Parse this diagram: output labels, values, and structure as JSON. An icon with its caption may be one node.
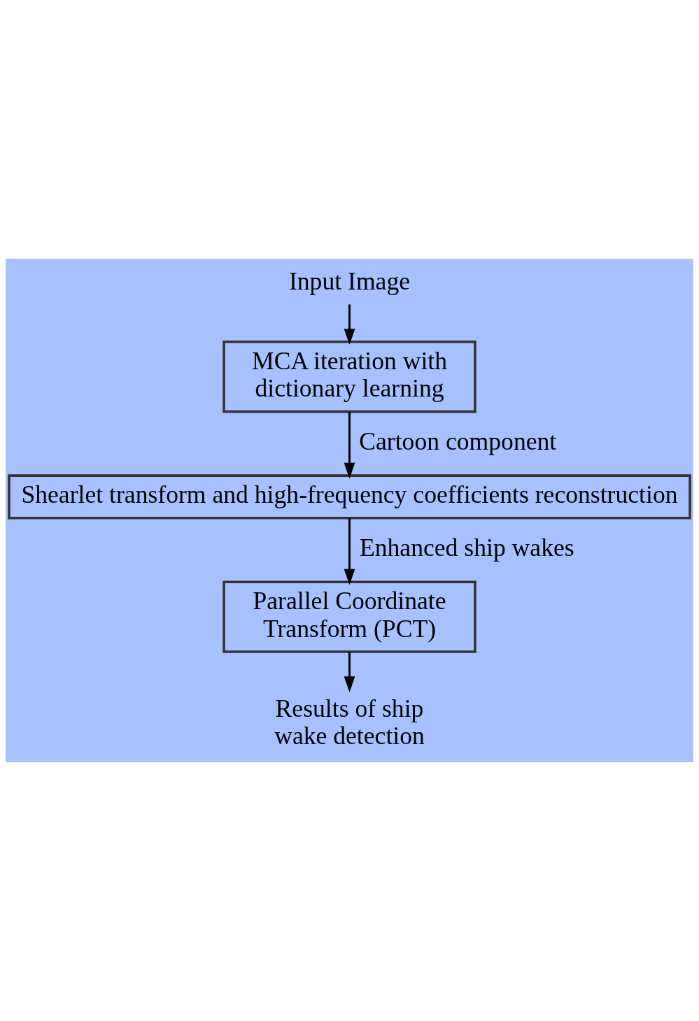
{
  "diagram": {
    "nodes": [
      {
        "text": [
          "Input Image"
        ]
      },
      {
        "text": [
          "MCA iteration with dictionary learning"
        ]
      },
      {
        "text": [
          "Shearlet transform and high-frequency coefficients reconstruction"
        ]
      },
      {
        "text": [
          "Parallel Coordinate Transform (PCT)"
        ]
      },
      {
        "text": [
          "Results of ship wake detection"
        ]
      }
    ],
    "edges": [
      {
        "from": 0,
        "to": 1,
        "arrow": "to"
      },
      {
        "from": 1,
        "to": 2,
        "arrow": "to",
        "label": "Cartoon component"
      },
      {
        "from": 2,
        "to": 3,
        "arrow": "to",
        "label": "Enhanced ship wakes"
      },
      {
        "from": 3,
        "to": 4,
        "arrow": "to"
      }
    ]
  }
}
